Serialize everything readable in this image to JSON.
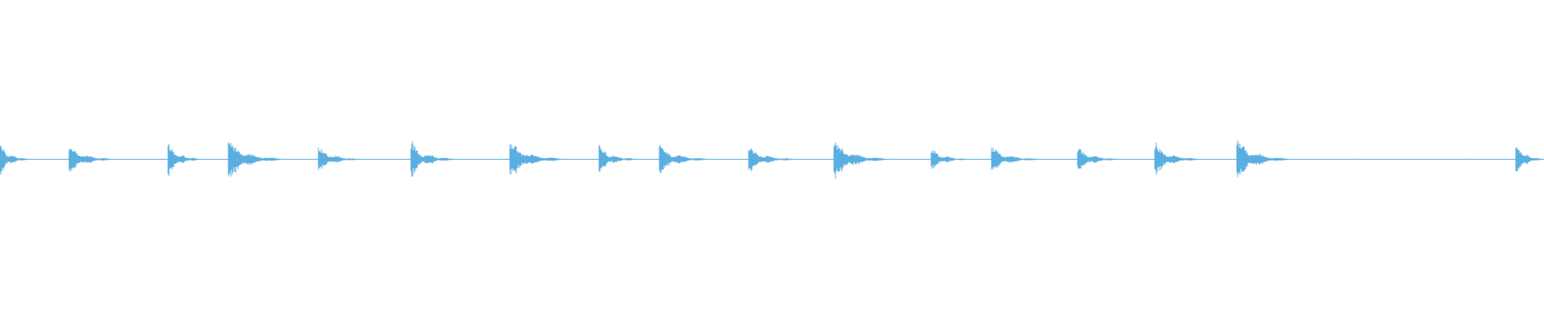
{
  "waveform": {
    "color": "#5aaee0",
    "background": "#ffffff",
    "baseline_amplitude": 0.004,
    "bursts": [
      {
        "start": 0.0,
        "peak": 1.0,
        "length": 0.02
      },
      {
        "start": 0.045,
        "peak": 0.95,
        "length": 0.03
      },
      {
        "start": 0.109,
        "peak": 1.05,
        "length": 0.022
      },
      {
        "start": 0.148,
        "peak": 1.3,
        "length": 0.036
      },
      {
        "start": 0.206,
        "peak": 0.85,
        "length": 0.028
      },
      {
        "start": 0.266,
        "peak": 1.15,
        "length": 0.029
      },
      {
        "start": 0.33,
        "peak": 1.25,
        "length": 0.036
      },
      {
        "start": 0.388,
        "peak": 0.9,
        "length": 0.026
      },
      {
        "start": 0.427,
        "peak": 0.95,
        "length": 0.034
      },
      {
        "start": 0.485,
        "peak": 0.85,
        "length": 0.032
      },
      {
        "start": 0.54,
        "peak": 1.35,
        "length": 0.036
      },
      {
        "start": 0.603,
        "peak": 0.7,
        "length": 0.026
      },
      {
        "start": 0.642,
        "peak": 0.8,
        "length": 0.033
      },
      {
        "start": 0.698,
        "peak": 0.8,
        "length": 0.028
      },
      {
        "start": 0.748,
        "peak": 1.05,
        "length": 0.03
      },
      {
        "start": 0.801,
        "peak": 1.35,
        "length": 0.036
      },
      {
        "start": 0.876,
        "peak": 0.05,
        "length": 0.002
      },
      {
        "start": 0.953,
        "peak": 0.05,
        "length": 0.002
      },
      {
        "start": 0.982,
        "peak": 1.2,
        "length": 0.018
      }
    ]
  }
}
